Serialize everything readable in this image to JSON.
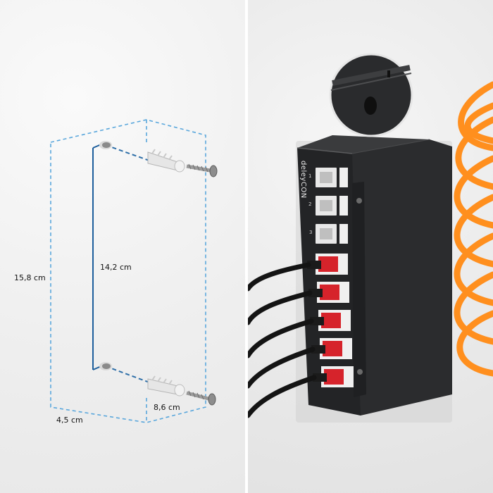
{
  "dimensions": {
    "outer_height": "15,8 cm",
    "hole_spacing": "14,2 cm",
    "width": "8,6 cm",
    "depth": "4,5 cm"
  },
  "product": {
    "brand": "deleyCON",
    "port_numbers": [
      "1",
      "2",
      "3"
    ]
  },
  "colors": {
    "dashed_outline": "#5aa7dc",
    "cable_orange": "#ff8f1e",
    "device_body": "#2b2c2e",
    "rj45_red": "#d6232b"
  }
}
